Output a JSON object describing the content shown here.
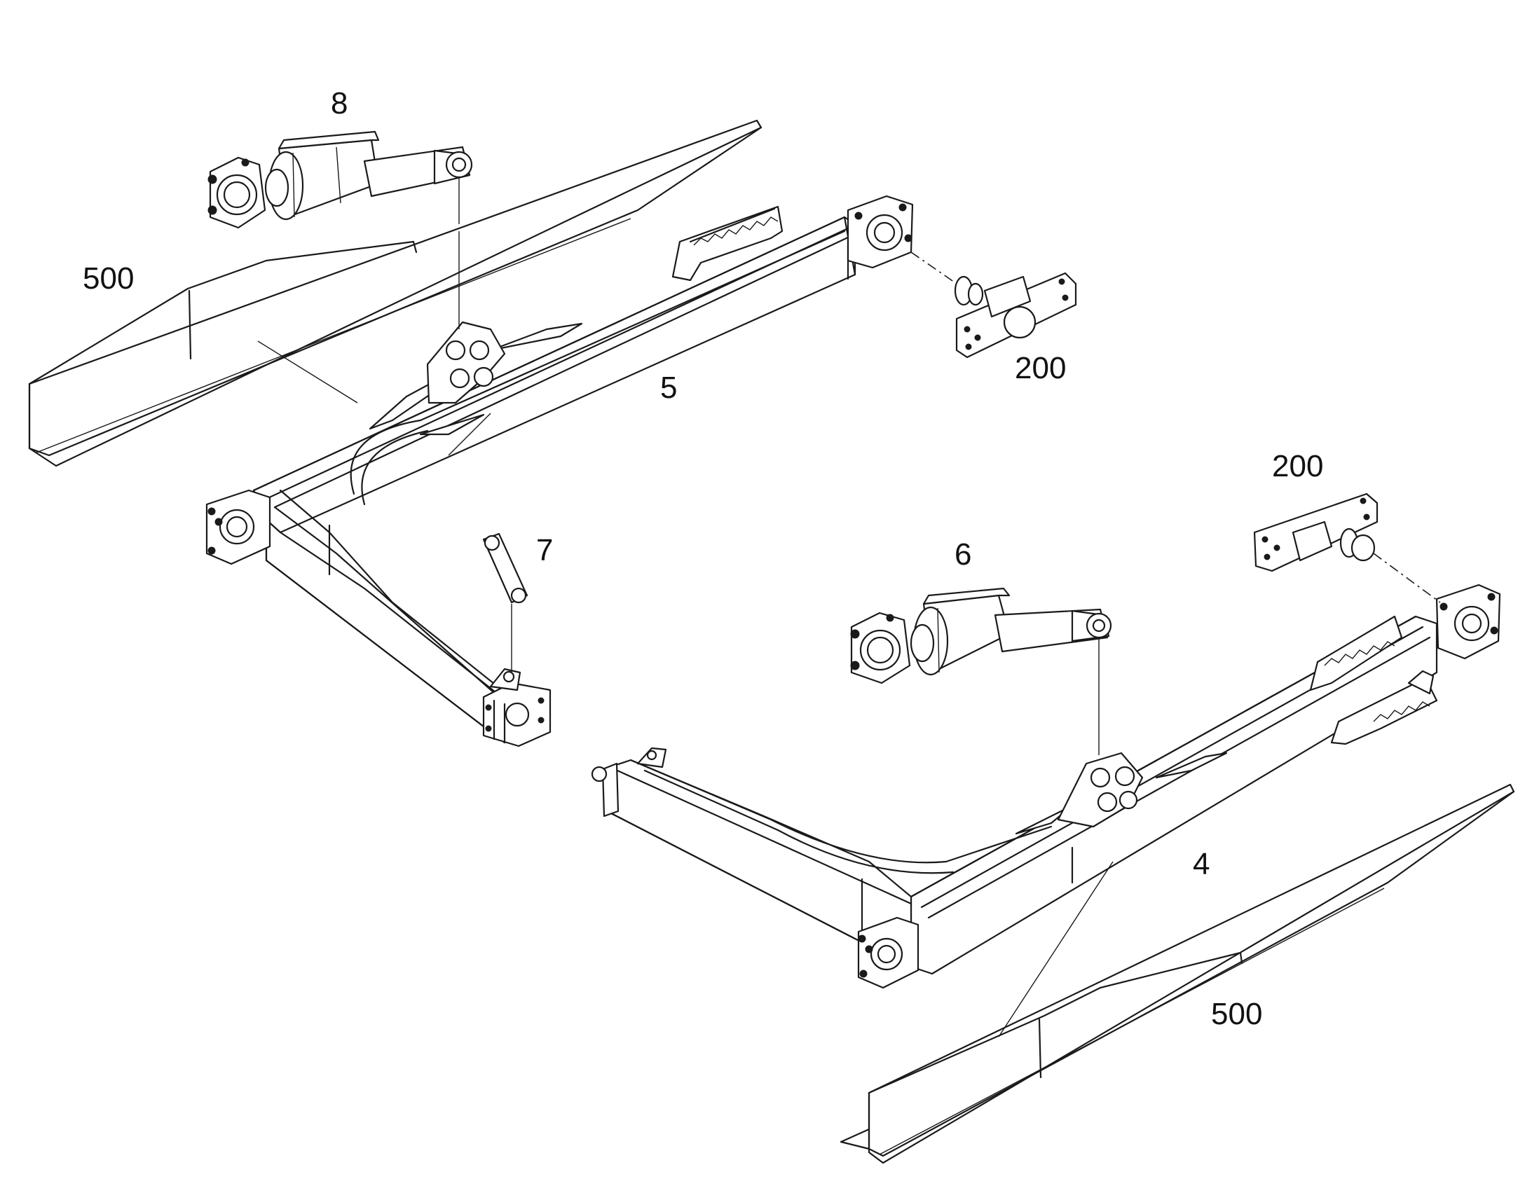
{
  "diagram": {
    "callouts": [
      {
        "id": "8",
        "label": "8"
      },
      {
        "id": "500-top",
        "label": "500"
      },
      {
        "id": "200-top",
        "label": "200"
      },
      {
        "id": "5",
        "label": "5"
      },
      {
        "id": "7",
        "label": "7"
      },
      {
        "id": "200-right",
        "label": "200"
      },
      {
        "id": "6",
        "label": "6"
      },
      {
        "id": "4",
        "label": "4"
      },
      {
        "id": "500-bottom",
        "label": "500"
      }
    ]
  }
}
